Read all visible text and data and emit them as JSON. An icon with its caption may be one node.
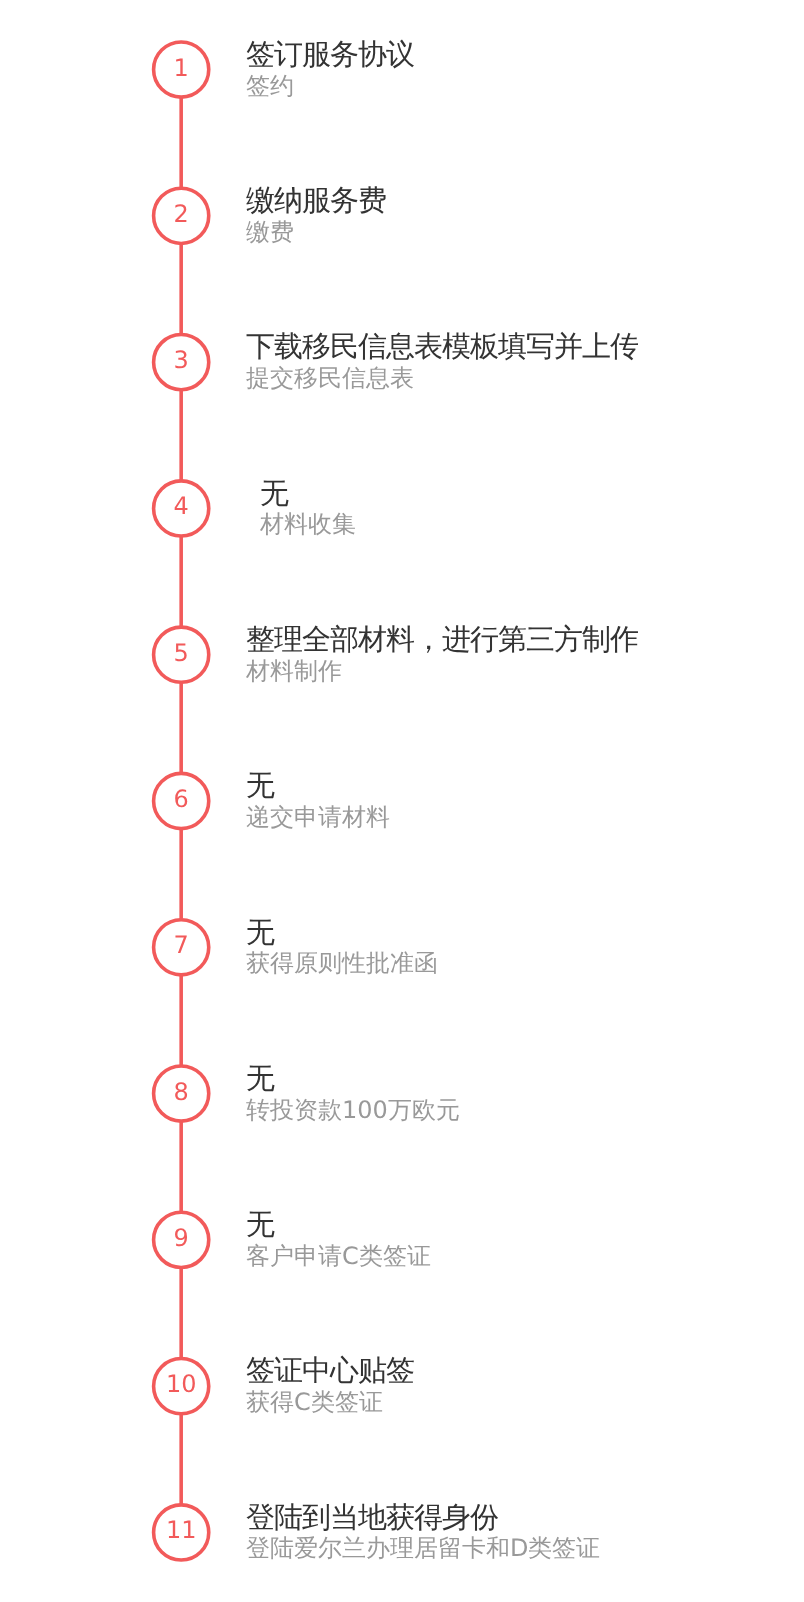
{
  "diagram": {
    "nodes": [
      {
        "text": [
          "1"
        ],
        "beside": [
          "签订服务协议",
          "签约"
        ]
      },
      {
        "text": [
          "2"
        ],
        "beside": [
          "缴纳服务费",
          "缴费"
        ]
      },
      {
        "text": [
          "3"
        ],
        "beside": [
          "下载移民信息表模板填写并上传",
          "提交移民信息表"
        ]
      },
      {
        "text": [
          "4"
        ],
        "beside": [
          "无",
          "材料收集"
        ]
      },
      {
        "text": [
          "5"
        ],
        "beside": [
          "整理全部材料，进行第三方制作",
          "材料制作"
        ]
      },
      {
        "text": [
          "6"
        ],
        "beside": [
          "无",
          "递交申请材料"
        ]
      },
      {
        "text": [
          "7"
        ],
        "beside": [
          "无",
          "获得原则性批准函"
        ]
      },
      {
        "text": [
          "8"
        ],
        "beside": [
          "无",
          "转投资款100万欧元"
        ]
      },
      {
        "text": [
          "9"
        ],
        "beside": [
          "无",
          "客户申请C类签证"
        ]
      },
      {
        "text": [
          "10"
        ],
        "beside": [
          "签证中心贴签",
          "获得C类签证"
        ]
      },
      {
        "text": [
          "11"
        ],
        "beside": [
          "登陆到当地获得身份",
          "登陆爱尔兰办理居留卡和D类签证"
        ]
      }
    ],
    "edges": [
      {
        "from": 0,
        "to": 1,
        "arrow": "none"
      },
      {
        "from": 1,
        "to": 2,
        "arrow": "none"
      },
      {
        "from": 2,
        "to": 3,
        "arrow": "none"
      },
      {
        "from": 3,
        "to": 4,
        "arrow": "none"
      },
      {
        "from": 4,
        "to": 5,
        "arrow": "none"
      },
      {
        "from": 5,
        "to": 6,
        "arrow": "none"
      },
      {
        "from": 6,
        "to": 7,
        "arrow": "none"
      },
      {
        "from": 7,
        "to": 8,
        "arrow": "none"
      },
      {
        "from": 8,
        "to": 9,
        "arrow": "none"
      },
      {
        "from": 9,
        "to": 10,
        "arrow": "none"
      }
    ]
  }
}
